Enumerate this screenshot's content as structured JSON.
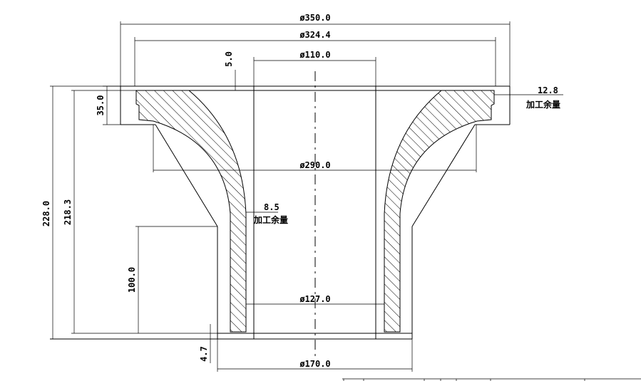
{
  "dimensions": {
    "d350": "ø350.0",
    "d324": "ø324.4",
    "d110": "ø110.0",
    "d290": "ø290.0",
    "d127": "ø127.0",
    "d170": "ø170.0",
    "h228": "228.0",
    "h218": "218.3",
    "h100": "100.0",
    "h35": "35.0",
    "h5": "5.0",
    "h4_7": "4.7"
  },
  "allowances": {
    "right_value": "12.8",
    "right_label": "加工余量",
    "inner_value": "8.5",
    "inner_label": "加工余量"
  },
  "colors": {
    "line": "#000000",
    "background": "#ffffff"
  }
}
